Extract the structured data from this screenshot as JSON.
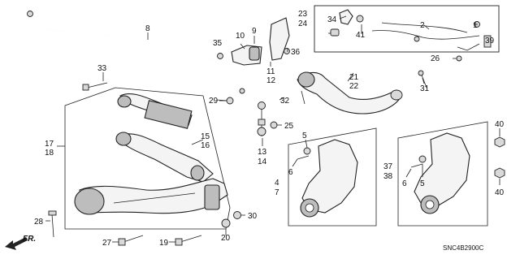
{
  "diagram": {
    "labels": [
      "1",
      "2",
      "4",
      "5",
      "6",
      "7",
      "8",
      "9",
      "10",
      "11",
      "12",
      "13",
      "14",
      "15",
      "16",
      "17",
      "18",
      "19",
      "20",
      "21",
      "22",
      "23",
      "24",
      "25",
      "26",
      "27",
      "28",
      "29",
      "30",
      "31",
      "32",
      "33",
      "34",
      "35",
      "36",
      "37",
      "38",
      "39",
      "40",
      "41"
    ],
    "extra_labels": {
      "duplicate_5": "5",
      "duplicate_6": "6",
      "duplicate_40": "40"
    },
    "direction_marker": "FR.",
    "diagram_code": "SNC4B2900C"
  }
}
